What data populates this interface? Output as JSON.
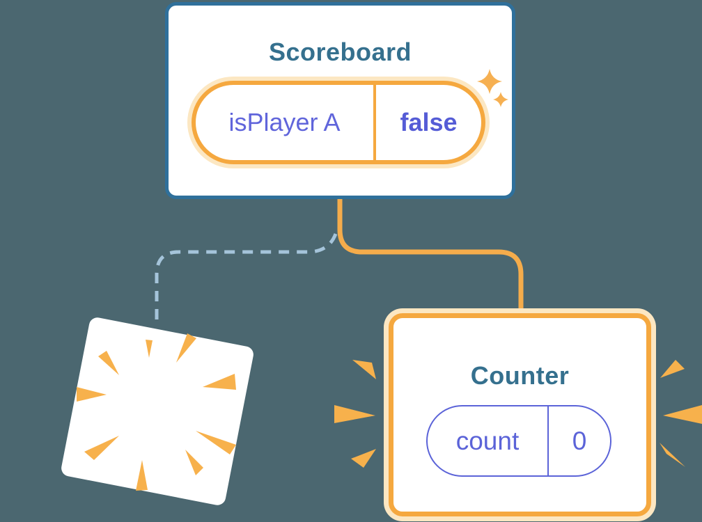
{
  "diagram": {
    "description": "Component tree state diagram: Scoreboard re-renders, old Counter is destroyed, new Counter is created",
    "scoreboard": {
      "title": "Scoreboard",
      "state": {
        "name": "isPlayer A",
        "value": "false"
      }
    },
    "counter_new": {
      "title": "Counter",
      "state": {
        "name": "count",
        "value": "0"
      }
    },
    "counter_destroyed": {
      "title": ""
    }
  },
  "icons": [
    "sparkle-icon-large",
    "sparkle-icon-small",
    "burst-rays-icon",
    "spark-wedges-left-icon",
    "spark-wedges-right-icon"
  ],
  "colors": {
    "background": "#4B6770",
    "card_fill": "#FFFFFF",
    "scoreboard_border_blue": "#2F709B",
    "title_teal": "#35708E",
    "orange": "#F5A83F",
    "orange_pale_ring": "#FCE7C2",
    "connector_orange": "#F5AC4B",
    "connector_dashed_blue": "#A5C4DA",
    "state_purple": "#6065DB",
    "state_purple_bold": "#555CD6",
    "counter_pill_purple": "#5B63D8",
    "spark_orange": "#F7B14C"
  }
}
